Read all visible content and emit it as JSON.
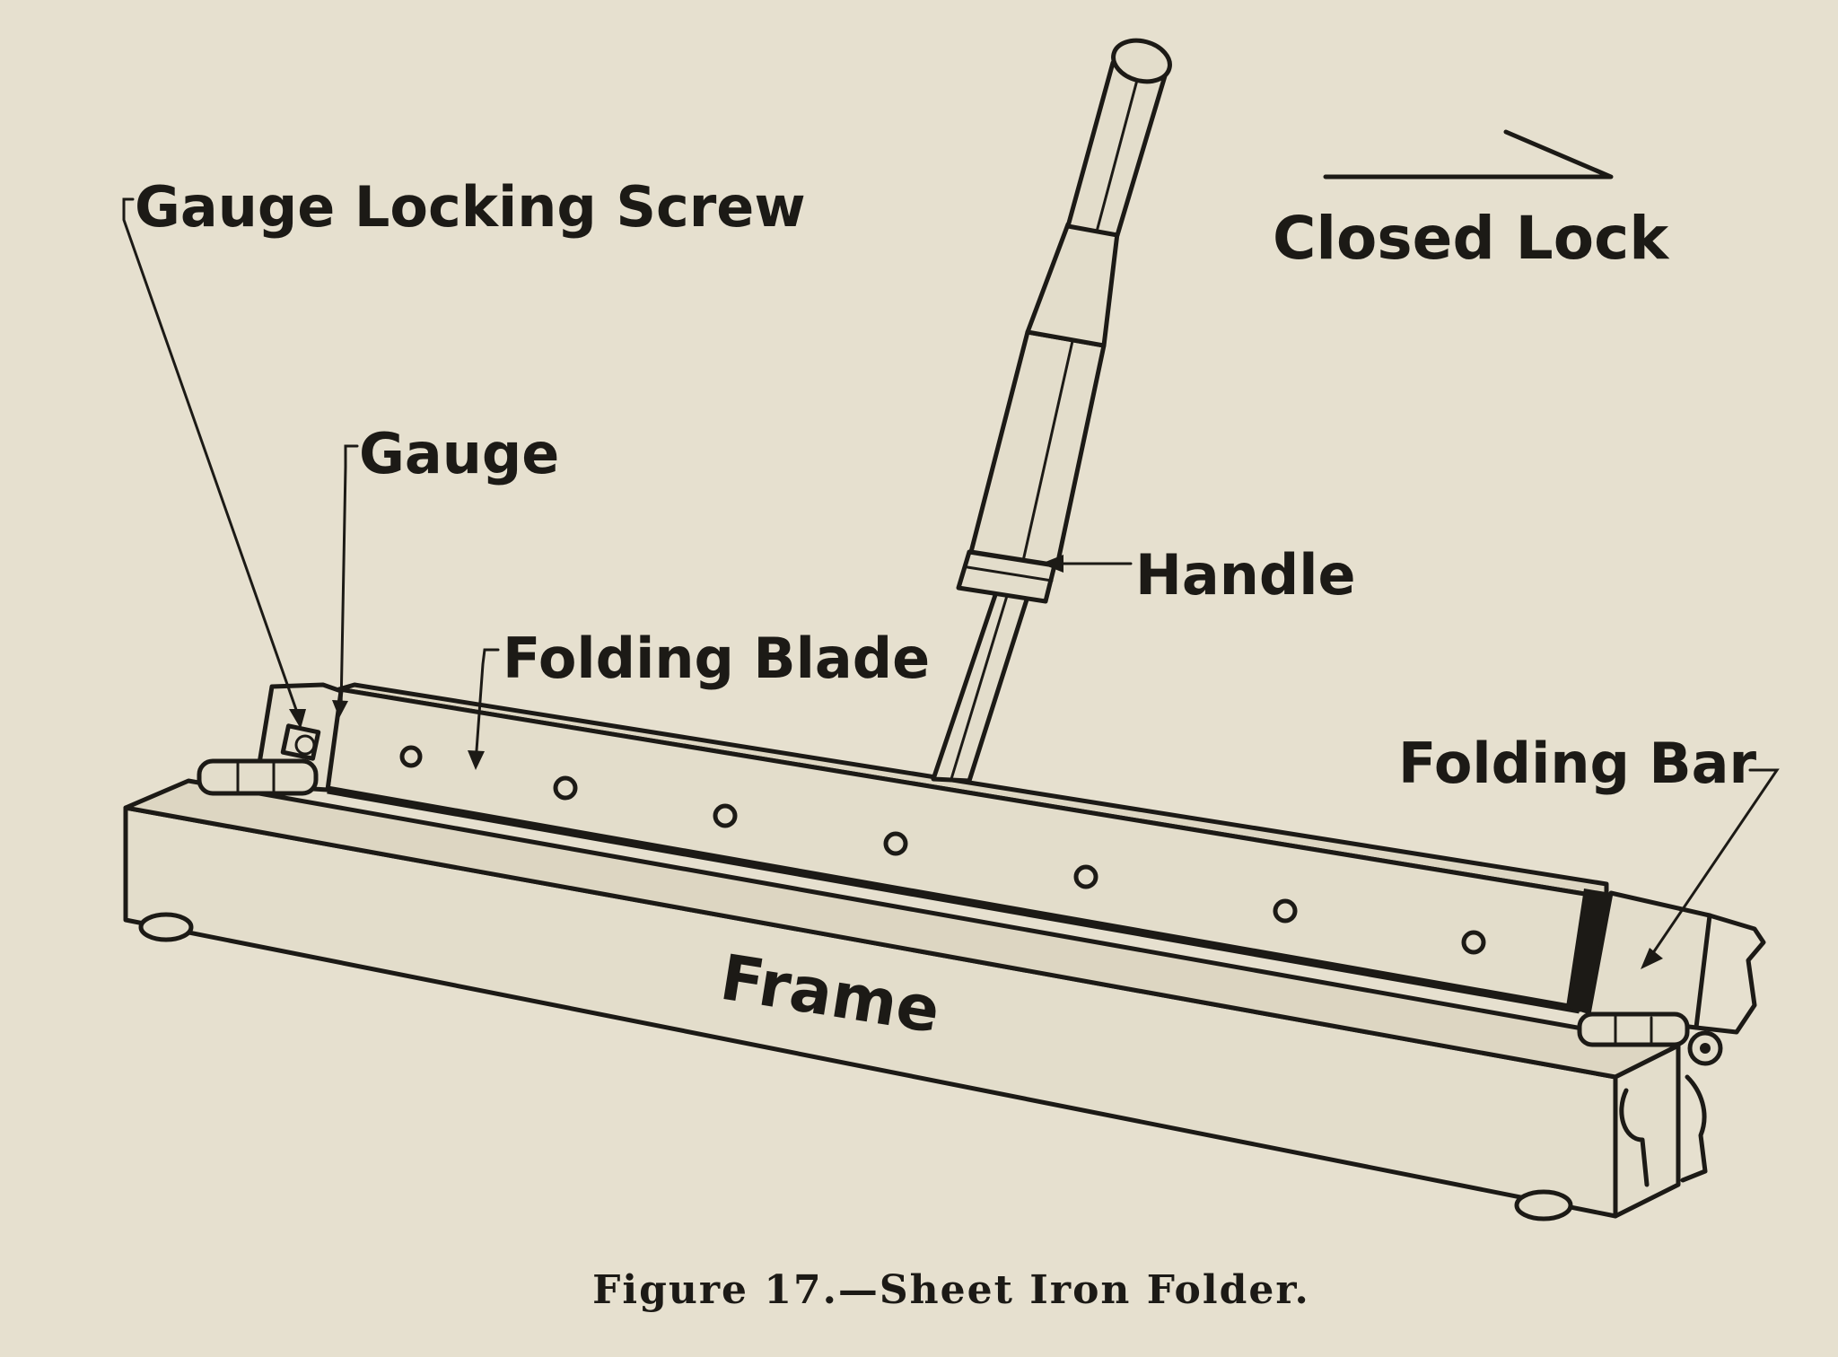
{
  "labels": {
    "gauge_locking_screw": "Gauge Locking Screw",
    "gauge": "Gauge",
    "folding_blade": "Folding Blade",
    "handle": "Handle",
    "closed_lock": "Closed Lock",
    "folding_bar": "Folding Bar",
    "frame": "Frame"
  },
  "caption": "Figure 17.—Sheet Iron Folder.",
  "colors": {
    "paper": "#e6e0cf",
    "ink": "#1c1a16"
  }
}
